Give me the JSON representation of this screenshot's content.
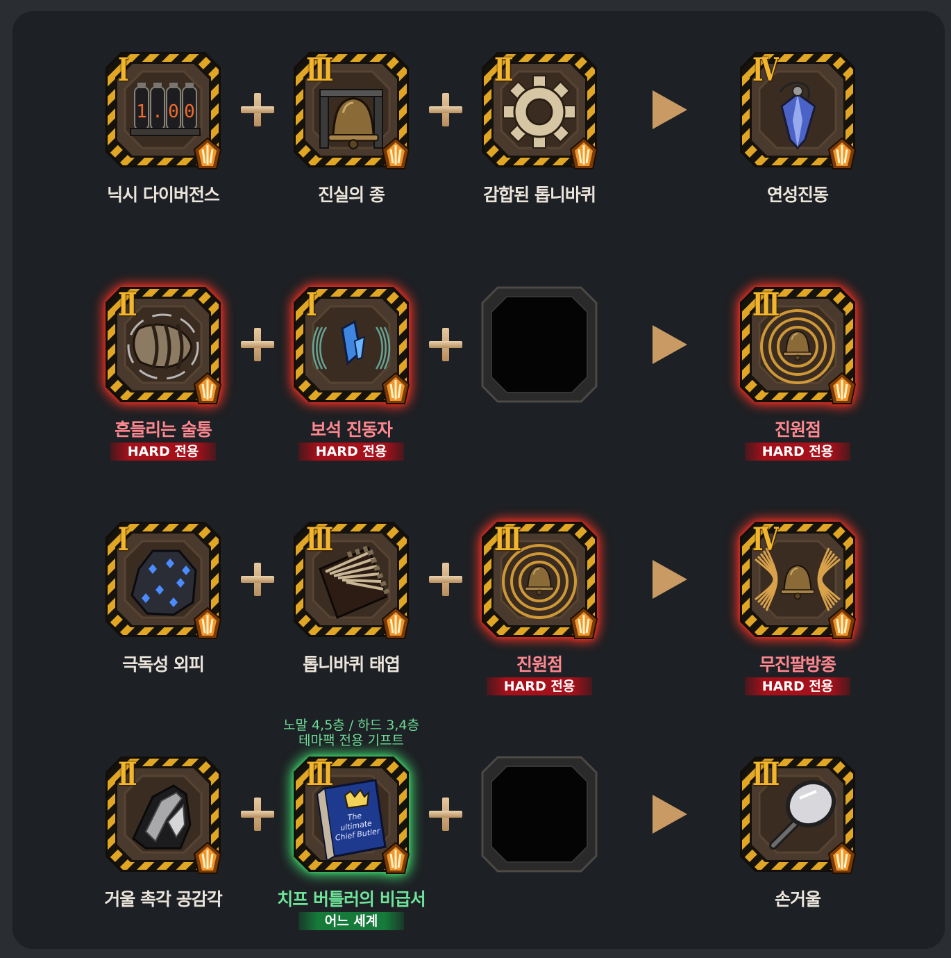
{
  "recipes": [
    {
      "ingredients": [
        {
          "tier": "I",
          "name": "닉시 다이버전스",
          "icon": "nixie-tube-icon",
          "hard": false
        },
        {
          "tier": "III",
          "name": "진실의 종",
          "icon": "bell-icon",
          "hard": false
        },
        {
          "tier": "II",
          "name": "감합된 톱니바퀴",
          "icon": "gear-icon",
          "hard": false
        }
      ],
      "result": {
        "tier": "IV",
        "name": "연성진동",
        "icon": "pendant-icon",
        "hard": false
      }
    },
    {
      "ingredients": [
        {
          "tier": "II",
          "name": "흔들리는 술통",
          "icon": "barrel-icon",
          "hard": true,
          "tag": "HARD 전용"
        },
        {
          "tier": "I",
          "name": "보석 진동자",
          "icon": "crystal-icon",
          "hard": true,
          "tag": "HARD 전용"
        },
        null
      ],
      "result": {
        "tier": "III",
        "name": "진원점",
        "icon": "ringing-bell-icon",
        "hard": true,
        "tag": "HARD 전용"
      }
    },
    {
      "ingredients": [
        {
          "tier": "I",
          "name": "극독성 외피",
          "icon": "toxic-rock-icon",
          "hard": false
        },
        {
          "tier": "III",
          "name": "톱니바퀴 태엽",
          "icon": "spring-gear-icon",
          "hard": false
        },
        {
          "tier": "III",
          "name": "진원점",
          "icon": "ringing-bell-icon",
          "hard": true,
          "tag": "HARD 전용"
        }
      ],
      "result": {
        "tier": "IV",
        "name": "무진팔방종",
        "icon": "resonant-bell-icon",
        "hard": true,
        "tag": "HARD 전용"
      }
    },
    {
      "ingredients": [
        {
          "tier": "II",
          "name": "거울 촉각 공감각",
          "icon": "mirror-shard-icon",
          "hard": false
        },
        {
          "tier": "III",
          "name": "치프 버틀러의 비급서",
          "icon": "book-icon",
          "gift": true,
          "tag": "어느 세계",
          "note_line1": "노말 4,5층 / 하드 3,4층",
          "note_line2": "테마팩 전용 기프트",
          "book_title": "The ultimate Chief Butler"
        },
        null
      ],
      "result": {
        "tier": "III",
        "name": "손거울",
        "icon": "hand-mirror-icon",
        "hard": false
      }
    }
  ],
  "colors": {
    "hard_label": "#ff8890",
    "hard_tag_bg": "#a5101a",
    "gift_label": "#6fe399",
    "tier_numeral": "#f2b52c",
    "frame_stripe": "#e0a624"
  }
}
